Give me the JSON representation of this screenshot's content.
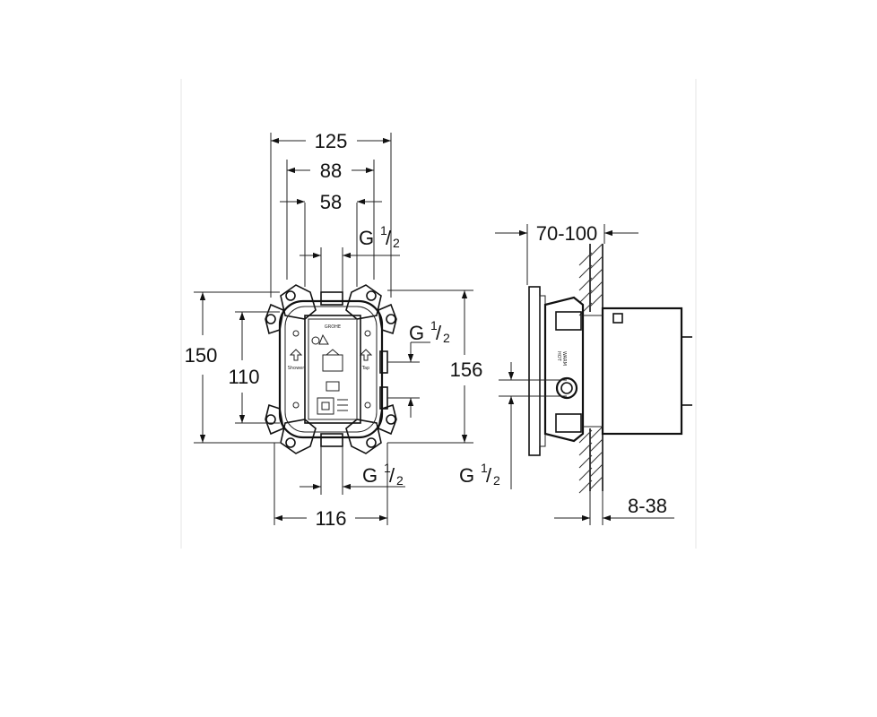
{
  "dimensions": {
    "front_width_overall": "125",
    "front_width_outer": "88",
    "front_width_inner": "58",
    "front_height_overall": "150",
    "front_height_inner": "110",
    "front_height_right": "156",
    "front_width_bottom": "116",
    "side_depth": "70-100",
    "side_wall": "8-38"
  },
  "threads": {
    "top": {
      "g": "G",
      "num": "1",
      "den": "2"
    },
    "right": {
      "g": "G",
      "num": "1",
      "den": "2"
    },
    "bottom": {
      "g": "G",
      "num": "1",
      "den": "2"
    },
    "side": {
      "g": "G",
      "num": "1",
      "den": "2"
    }
  },
  "plate_labels": {
    "brand": "GROHE",
    "left_arrow_label": "Shower",
    "right_arrow_label": "Tap"
  },
  "side_labels": {
    "warm": "WARM",
    "hot": "HOT"
  }
}
